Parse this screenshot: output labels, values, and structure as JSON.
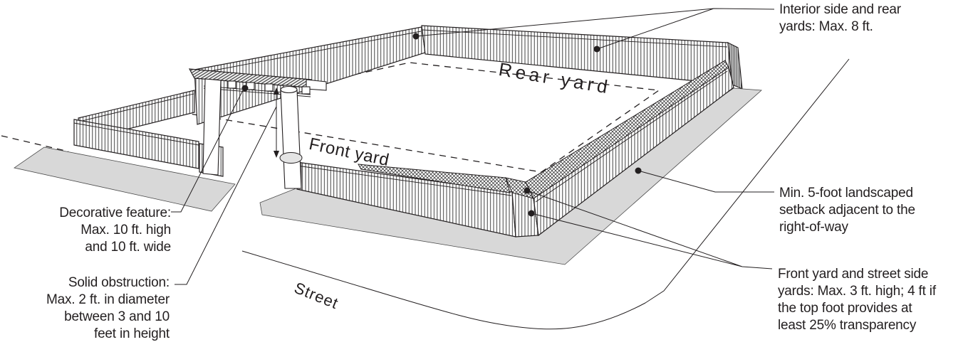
{
  "colors": {
    "ink": "#231f20",
    "setback_gray": "#d8d8d8"
  },
  "yard_labels": {
    "rear": "Rear yard",
    "front": "Front yard",
    "street": "Street"
  },
  "callouts": {
    "interior_rear": {
      "lines": [
        "Interior side and rear",
        "yards: Max. 8 ft."
      ]
    },
    "landscaped_setback": {
      "lines": [
        "Min. 5-foot landscaped",
        "setback adjacent to the",
        "right-of-way"
      ]
    },
    "front_street_side": {
      "lines": [
        "Front yard and street side",
        "yards: Max. 3 ft. high; 4 ft if",
        "the top foot provides at",
        "least 25% transparency"
      ]
    },
    "decorative_feature": {
      "lines": [
        "Decorative feature:",
        "Max. 10 ft. high",
        "and 10 ft. wide"
      ]
    },
    "solid_obstruction": {
      "lines": [
        "Solid obstruction:",
        "Max. 2 ft. in diameter",
        "between 3 and 10",
        "feet in height"
      ]
    }
  }
}
